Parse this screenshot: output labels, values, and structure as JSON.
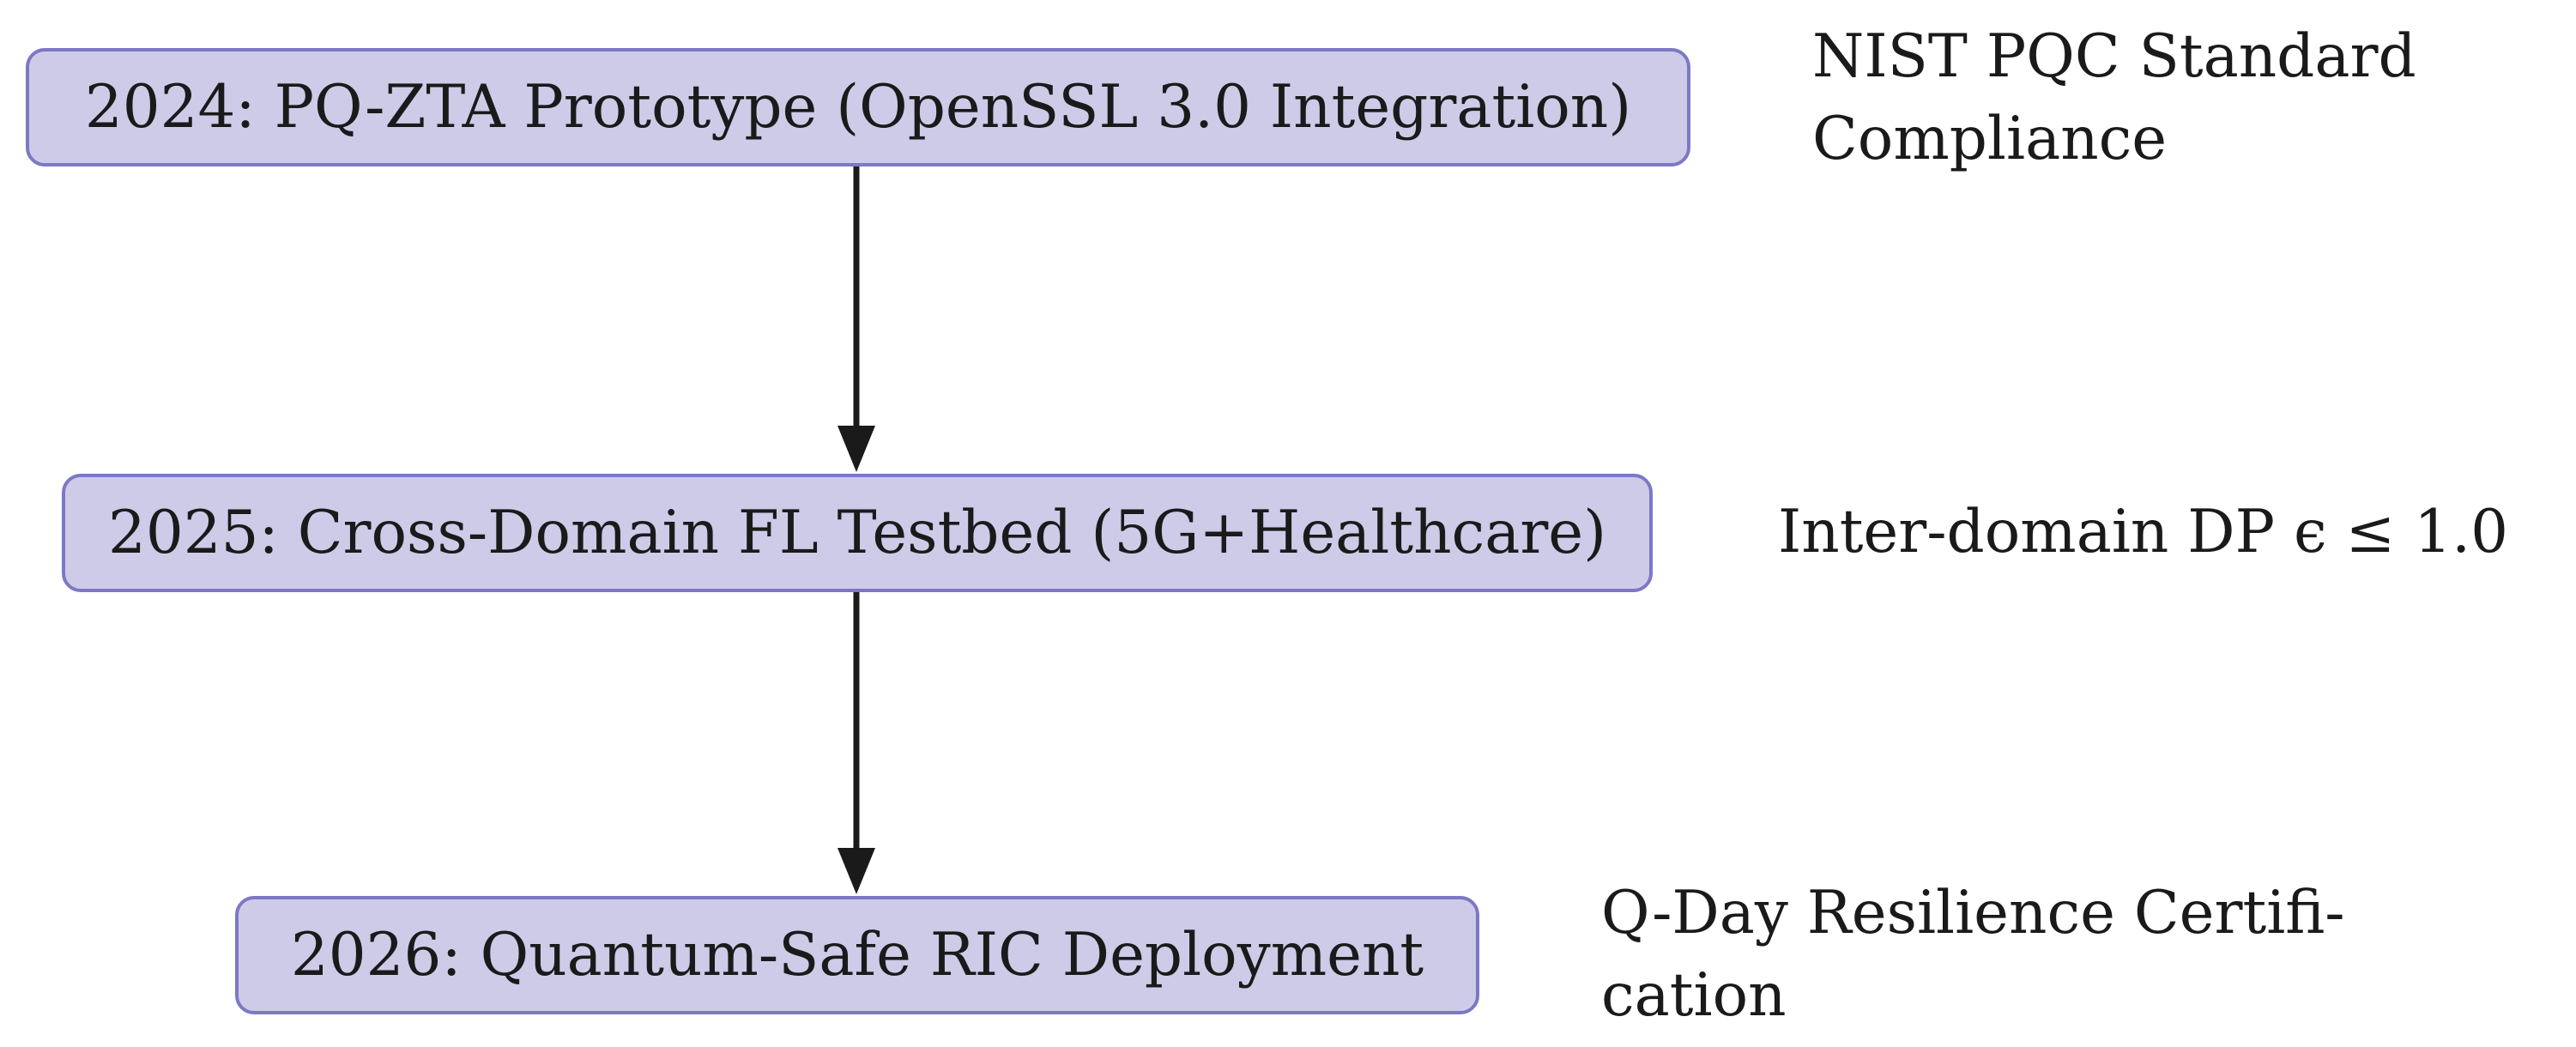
{
  "colors": {
    "node_fill": "#cdcbe8",
    "node_border": "#7d78c4",
    "arrow": "#1a1a1a",
    "text": "#1a1a1a"
  },
  "milestones": [
    {
      "label": "2024: PQ-ZTA Prototype (OpenSSL 3.0 Integration)",
      "note_lines": [
        "NIST PQC Standard",
        "Compliance"
      ]
    },
    {
      "label": "2025: Cross-Domain FL Testbed (5G+Healthcare)",
      "note_lines": [
        "Inter-domain DP ϵ ≤ 1.0"
      ]
    },
    {
      "label": "2026: Quantum-Safe RIC Deployment",
      "note_lines": [
        "Q-Day Resilience Certifi-",
        "cation"
      ]
    }
  ],
  "edges": [
    {
      "from": "2024",
      "to": "2025"
    },
    {
      "from": "2025",
      "to": "2026"
    }
  ]
}
